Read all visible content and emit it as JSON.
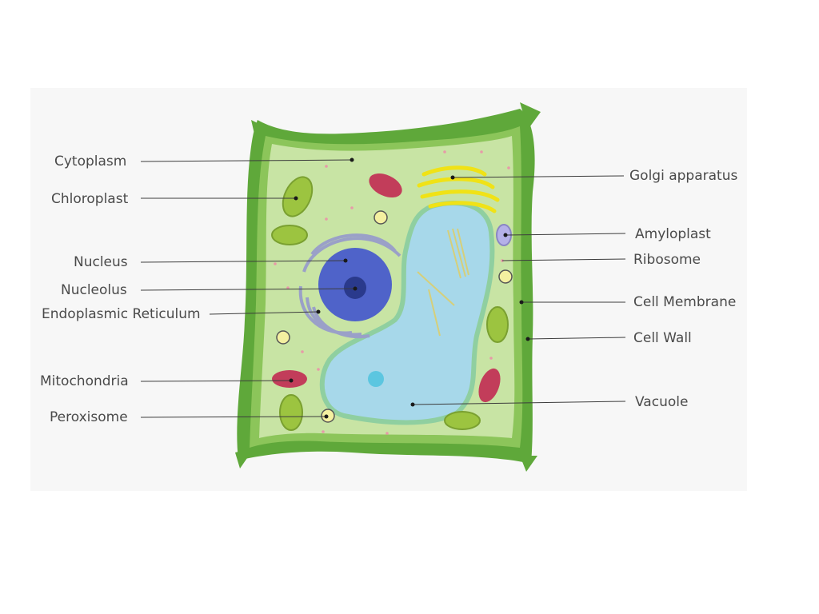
{
  "diagram": {
    "labels": {
      "cytoplasm": "Cytoplasm",
      "chloroplast": "Chloroplast",
      "nucleus": "Nucleus",
      "nucleolus": "Nucleolus",
      "endoplasmic_reticulum": "Endoplasmic Reticulum",
      "mitochondria": "Mitochondria",
      "peroxisome": "Peroxisome",
      "golgi_apparatus": "Golgi apparatus",
      "amyloplast": "Amyloplast",
      "ribosome": "Ribosome",
      "cell_membrane": "Cell Membrane",
      "cell_wall": "Cell Wall",
      "vacuole": "Vacuole"
    },
    "colors": {
      "cell_wall": "#5fa83a",
      "cytoplasm": "#c8e4a4",
      "vacuole": "#a7d8ea",
      "nucleus": "#4f63c9",
      "nucleolus": "#2a3a8c",
      "er": "#9aa0c8",
      "golgi": "#f0e216",
      "mitochondria": "#c23d5a",
      "chloroplast": "#9cc440"
    }
  }
}
